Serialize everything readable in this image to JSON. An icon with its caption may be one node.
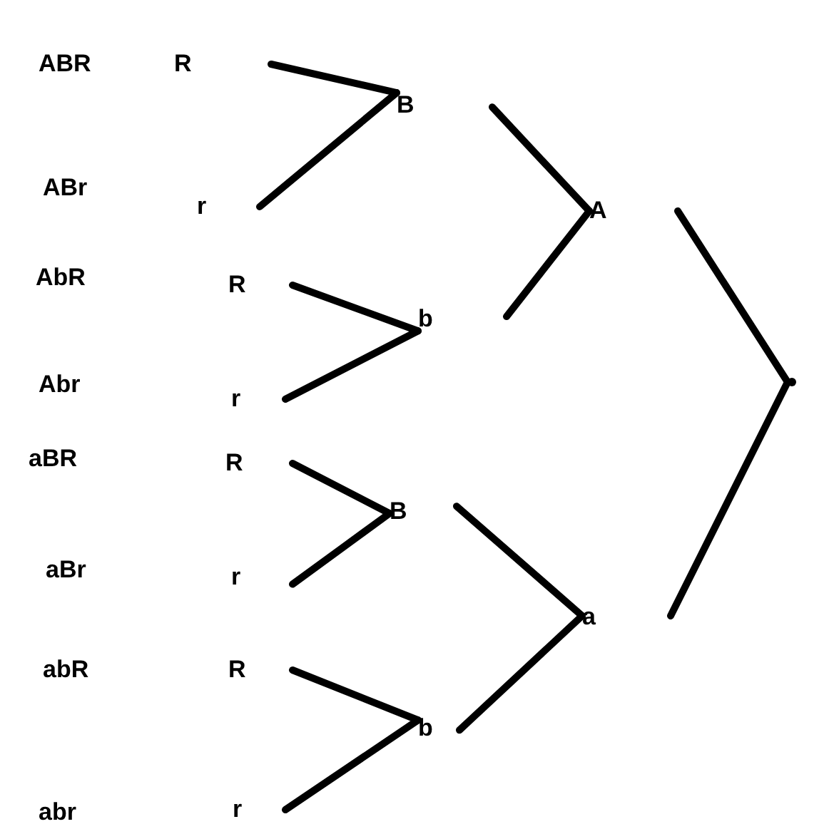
{
  "diagram": {
    "nodes": [
      {
        "text": [
          "R"
        ]
      },
      {
        "text": [
          "r"
        ]
      },
      {
        "text": [
          "R"
        ]
      },
      {
        "text": [
          "r"
        ]
      },
      {
        "text": [
          "R"
        ]
      },
      {
        "text": [
          "r"
        ]
      },
      {
        "text": [
          "R"
        ]
      },
      {
        "text": [
          "r"
        ]
      },
      {
        "text": [
          "B"
        ]
      },
      {
        "text": [
          "b"
        ]
      },
      {
        "text": [
          "B"
        ]
      },
      {
        "text": [
          "b"
        ]
      },
      {
        "text": [
          "A"
        ]
      },
      {
        "text": [
          "a"
        ]
      },
      {
        "text": [],
        "shape": "point"
      }
    ],
    "edges": [
      {
        "from": 0,
        "to": 8,
        "arrow": "none"
      },
      {
        "from": 1,
        "to": 8,
        "arrow": "none"
      },
      {
        "from": 2,
        "to": 9,
        "arrow": "none"
      },
      {
        "from": 3,
        "to": 9,
        "arrow": "none"
      },
      {
        "from": 4,
        "to": 10,
        "arrow": "none"
      },
      {
        "from": 5,
        "to": 10,
        "arrow": "none"
      },
      {
        "from": 6,
        "to": 11,
        "arrow": "none"
      },
      {
        "from": 7,
        "to": 11,
        "arrow": "none"
      },
      {
        "from": 8,
        "to": 12,
        "arrow": "none"
      },
      {
        "from": 9,
        "to": 12,
        "arrow": "none"
      },
      {
        "from": 10,
        "to": 13,
        "arrow": "none"
      },
      {
        "from": 11,
        "to": 13,
        "arrow": "none"
      },
      {
        "from": 12,
        "to": 14,
        "arrow": "none"
      },
      {
        "from": 13,
        "to": 14,
        "arrow": "none"
      }
    ],
    "labels": [
      "ABR",
      "ABr",
      "AbR",
      "Abr",
      "aBR",
      "aBr",
      "abR",
      "abr"
    ]
  }
}
